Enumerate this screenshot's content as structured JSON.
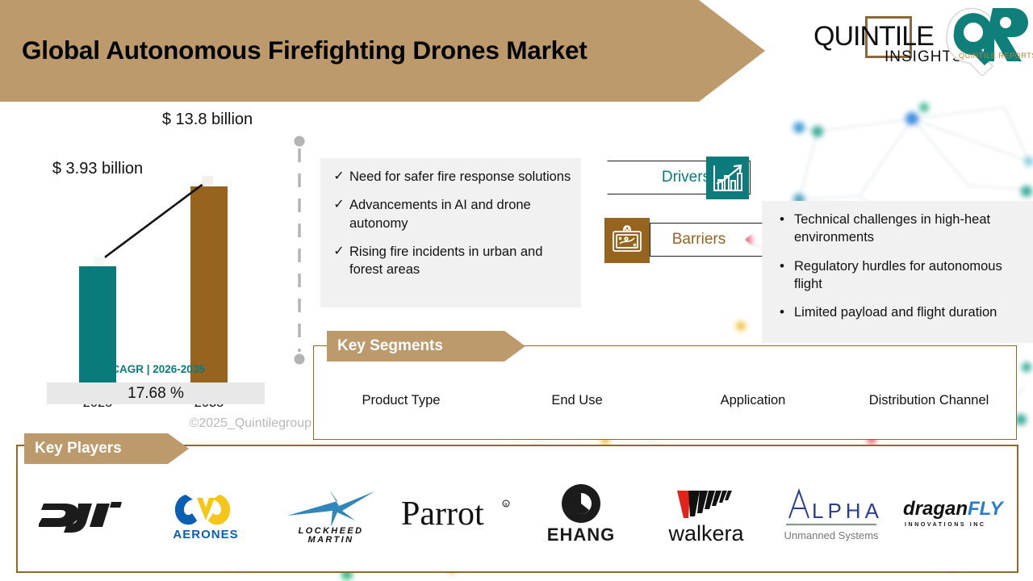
{
  "header": {
    "title": "Global Autonomous Firefighting Drones Market",
    "band_color": "#bd9a6c"
  },
  "logo": {
    "quintile_word": "QUINTILE",
    "insights_word": "INSIGHTS",
    "qr_mark": "QR",
    "qr_subtitle": "QUINTILE REPORTS",
    "brand_brown": "#8a6a3d",
    "brand_teal": "#0a7b7b"
  },
  "chart_data": {
    "type": "bar",
    "title": "Global Autonomous Firefighting Drones Market",
    "categories": [
      "2025",
      "2035"
    ],
    "values": [
      3.93,
      13.8
    ],
    "value_labels": [
      "$ 3.93 billion",
      "$ 13.8 billion"
    ],
    "unit": "USD billion",
    "xlabel": "",
    "ylabel": "",
    "ylim": [
      0,
      15.2
    ],
    "grid": false,
    "legend": "none",
    "series_colors": [
      "#0a7b7b",
      "#96641e"
    ],
    "trend_line": {
      "from": "2025",
      "to": "2035",
      "color": "#111111"
    },
    "cagr_label": "CAGR | 2026-2035",
    "cagr_value": "17.68 %",
    "copyright": "©2025_Quintilegroup"
  },
  "drivers": {
    "ribbon_label": "Drivers",
    "icon": "bar-chart-growth-icon",
    "accent": "#0a7b7b",
    "tick": "✓",
    "items": [
      "Need for safer fire response solutions",
      "Advancements in AI and drone autonomy",
      "Rising fire incidents in urban and forest areas"
    ]
  },
  "barriers": {
    "ribbon_label": "Barriers",
    "icon": "strategy-board-icon",
    "accent": "#96641e",
    "bullet": "•",
    "items": [
      "Technical challenges in high-heat environments",
      "Regulatory hurdles for autonomous flight",
      "Limited payload and flight duration"
    ]
  },
  "key_segments": {
    "tab_label": "Key Segments",
    "items": [
      "Product Type",
      "End Use",
      "Application",
      "Distribution Channel"
    ]
  },
  "key_players": {
    "tab_label": "Key Players",
    "items": [
      {
        "name": "DJI",
        "icon": "dji-logo"
      },
      {
        "name": "AERONES",
        "icon": "aerones-logo"
      },
      {
        "name": "LOCKHEED MARTIN",
        "icon": "lockheed-martin-logo"
      },
      {
        "name": "Parrot",
        "icon": "parrot-logo"
      },
      {
        "name": "EHANG",
        "icon": "ehang-logo"
      },
      {
        "name": "walkera",
        "icon": "walkera-logo"
      },
      {
        "name": "ALPHA Unmanned Systems",
        "icon": "alpha-unmanned-systems-logo"
      },
      {
        "name": "draganfly",
        "icon": "draganfly-logo"
      }
    ]
  }
}
